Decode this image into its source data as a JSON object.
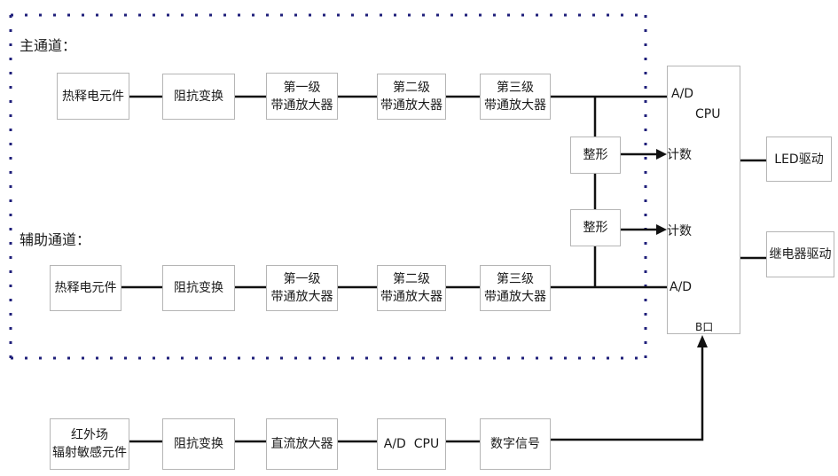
{
  "sections": {
    "main_channel": "主通道：",
    "aux_channel": "辅助通道："
  },
  "main_chain": [
    "热释电元件",
    "阻抗变换",
    [
      "第一级",
      "带通放大器"
    ],
    [
      "第二级",
      "带通放大器"
    ],
    [
      "第三级",
      "带通放大器"
    ]
  ],
  "aux_chain": [
    "热释电元件",
    "阻抗变换",
    [
      "第一级",
      "带通放大器"
    ],
    [
      "第二级",
      "带通放大器"
    ],
    [
      "第三级",
      "带通放大器"
    ]
  ],
  "shaper": {
    "top": "整形",
    "bottom": "整形"
  },
  "cpu": {
    "ad_top": "A/D",
    "title": "CPU",
    "count_top": "计数",
    "count_bottom": "计数",
    "ad_bottom": "A/D",
    "port_b": "B口"
  },
  "outputs": {
    "led": "LED驱动",
    "relay": "继电器驱动"
  },
  "ir_chain": [
    [
      "红外场",
      "辐射敏感元件"
    ],
    "阻抗变换",
    "直流放大器",
    "A/D  CPU",
    "数字信号"
  ],
  "colors": {
    "dotted_border": "#1f1f7a",
    "wire": "#111111",
    "box_border": "#b5b5b5"
  }
}
